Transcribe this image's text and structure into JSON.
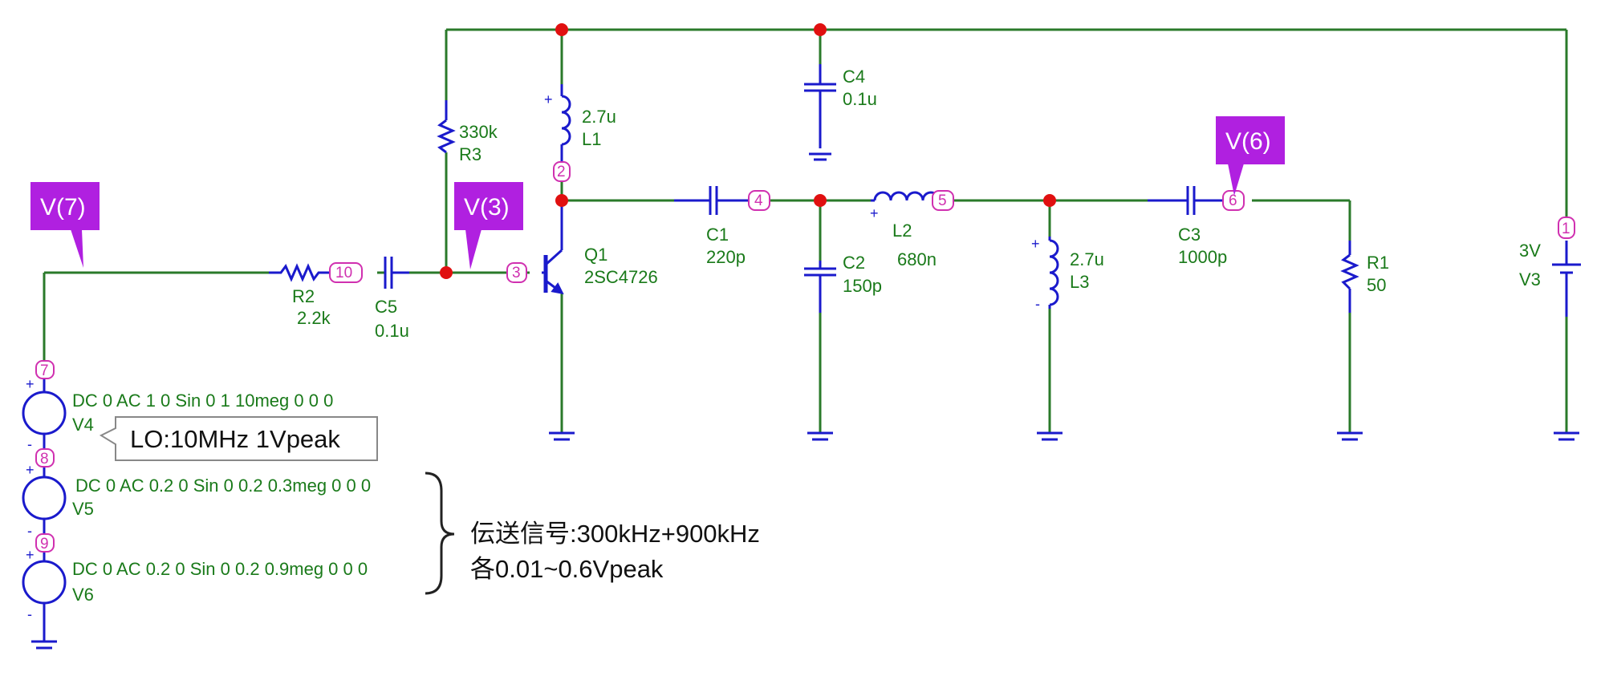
{
  "probes": [
    {
      "id": "v7",
      "text": "V(7)"
    },
    {
      "id": "v3",
      "text": "V(3)"
    },
    {
      "id": "v6",
      "text": "V(6)"
    }
  ],
  "nodes": [
    "1",
    "2",
    "3",
    "4",
    "5",
    "6",
    "7",
    "8",
    "9",
    "10"
  ],
  "components": {
    "R3": {
      "name": "R3",
      "value": "330k"
    },
    "L1": {
      "name": "L1",
      "value": "2.7u"
    },
    "C4": {
      "name": "C4",
      "value": "0.1u"
    },
    "Q1": {
      "name": "Q1",
      "value": "2SC4726"
    },
    "C1": {
      "name": "C1",
      "value": "220p"
    },
    "C2": {
      "name": "C2",
      "value": "150p"
    },
    "L2": {
      "name": "L2",
      "value": "680n"
    },
    "L3": {
      "name": "L3",
      "value": "2.7u"
    },
    "C3": {
      "name": "C3",
      "value": "1000p"
    },
    "R1": {
      "name": "R1",
      "value": "50"
    },
    "V3": {
      "name": "V3",
      "value": "3V"
    },
    "R2": {
      "name": "R2",
      "value": "2.2k"
    },
    "C5": {
      "name": "C5",
      "value": "0.1u"
    },
    "V4": {
      "name": "V4",
      "value": "DC 0 AC 1 0 Sin 0 1 10meg 0 0 0"
    },
    "V5": {
      "name": "V5",
      "value": "DC 0 AC 0.2 0 Sin 0 0.2 0.3meg 0 0 0"
    },
    "V6": {
      "name": "V6",
      "value": "DC 0 AC 0.2 0 Sin 0 0.2 0.9meg 0 0 0"
    }
  },
  "annotations": {
    "lo_callout": "LO:10MHz 1Vpeak",
    "signal_line1": "伝送信号:300kHz+900kHz",
    "signal_line2": "各0.01~0.6Vpeak"
  },
  "colors": {
    "wire": "#2a7a2a",
    "component": "#1a1acc",
    "label": "#1a7a1a",
    "node": "#d030b0",
    "junction": "#e01010",
    "probe": "#b020e0"
  }
}
